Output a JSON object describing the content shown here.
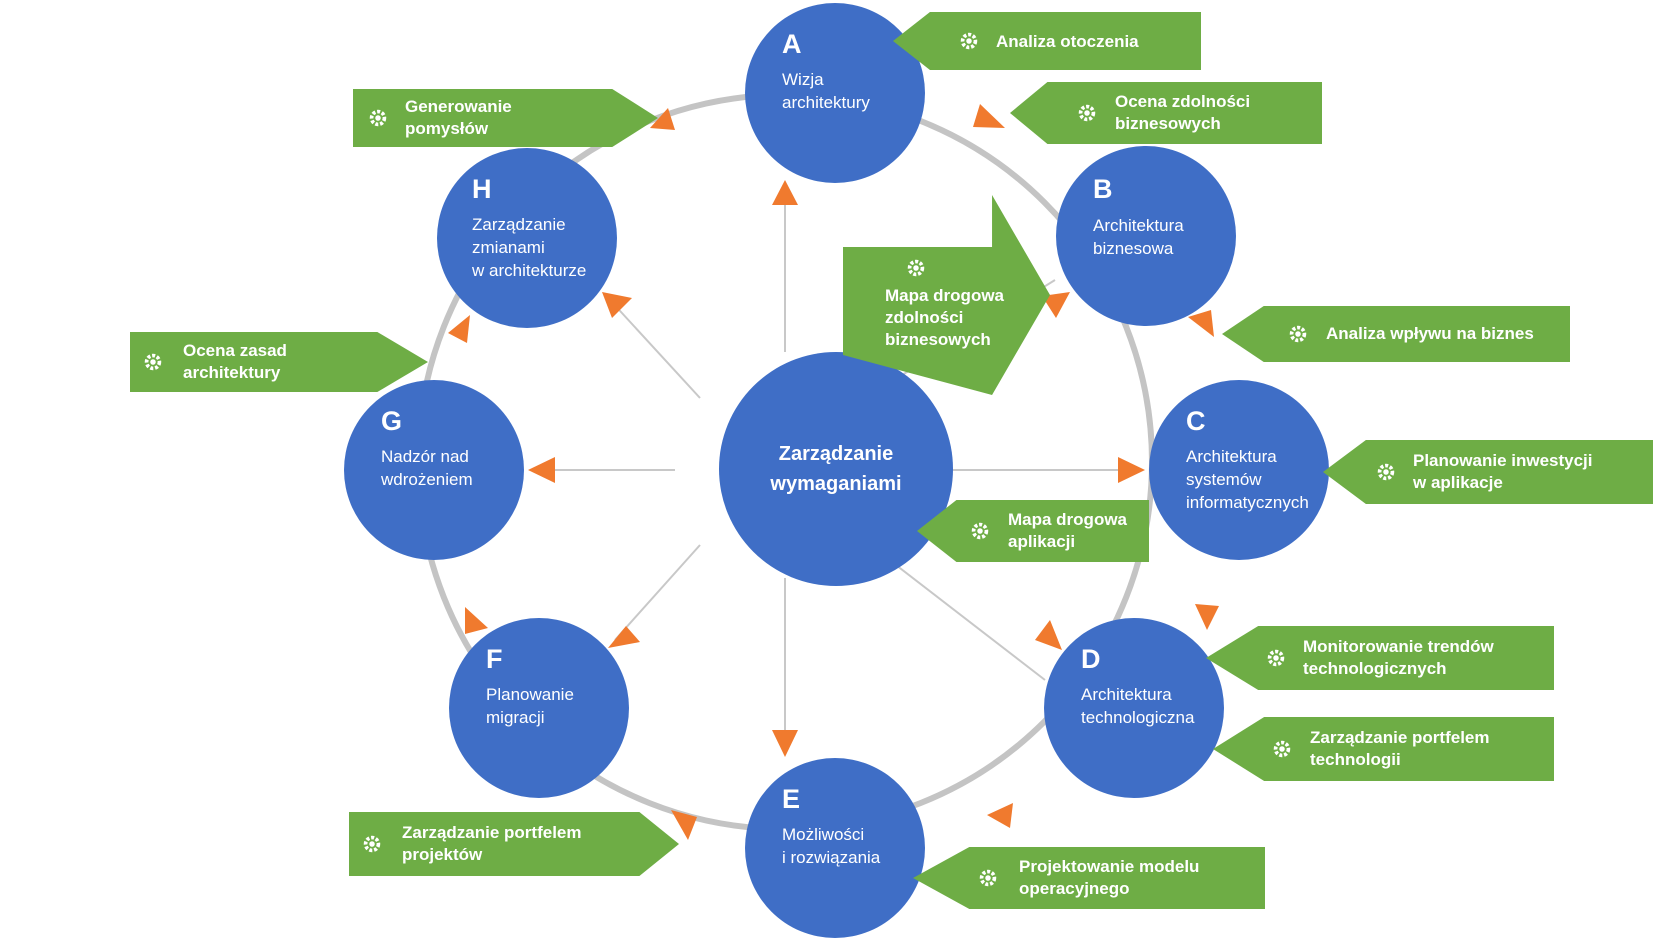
{
  "center": {
    "label": "Zarządzanie\nwymaganiami"
  },
  "phases": [
    {
      "letter": "A",
      "label": "Wizja\narchitektury"
    },
    {
      "letter": "B",
      "label": "Architektura\nbiznesowa"
    },
    {
      "letter": "C",
      "label": "Architektura\nsystemów\ninformatycznych"
    },
    {
      "letter": "D",
      "label": "Architektura\ntechnologiczna"
    },
    {
      "letter": "E",
      "label": "Możliwości\ni rozwiązania"
    },
    {
      "letter": "F",
      "label": "Planowanie\nmigracji"
    },
    {
      "letter": "G",
      "label": "Nadzór nad\nwdrożeniem"
    },
    {
      "letter": "H",
      "label": "Zarządzanie\nzmianami\nw architekturze"
    }
  ],
  "tags": [
    {
      "label": "Analiza otoczenia"
    },
    {
      "label": "Ocena zdolności\nbiznesowych"
    },
    {
      "label": "Generowanie\npomysłów"
    },
    {
      "label": "Mapa drogowa\nzdolności\nbiznesowych"
    },
    {
      "label": "Analiza wpływu na biznes"
    },
    {
      "label": "Ocena zasad\narchitektury"
    },
    {
      "label": "Planowanie inwestycji\nw aplikacje"
    },
    {
      "label": "Mapa drogowa\naplikacji"
    },
    {
      "label": "Monitorowanie trendów\ntechnologicznych"
    },
    {
      "label": "Zarządzanie portfelem\ntechnologii"
    },
    {
      "label": "Zarządzanie portfelem\nprojektów"
    },
    {
      "label": "Projektowanie modelu\noperacyjnego"
    }
  ],
  "colors": {
    "node": "#3f6ec6",
    "tag": "#6ead45",
    "arrow": "#f07a2e",
    "ring": "#c4c4c4",
    "spoke": "#c8c8c8"
  },
  "icons": {
    "tag_icon": "gear-icon"
  }
}
